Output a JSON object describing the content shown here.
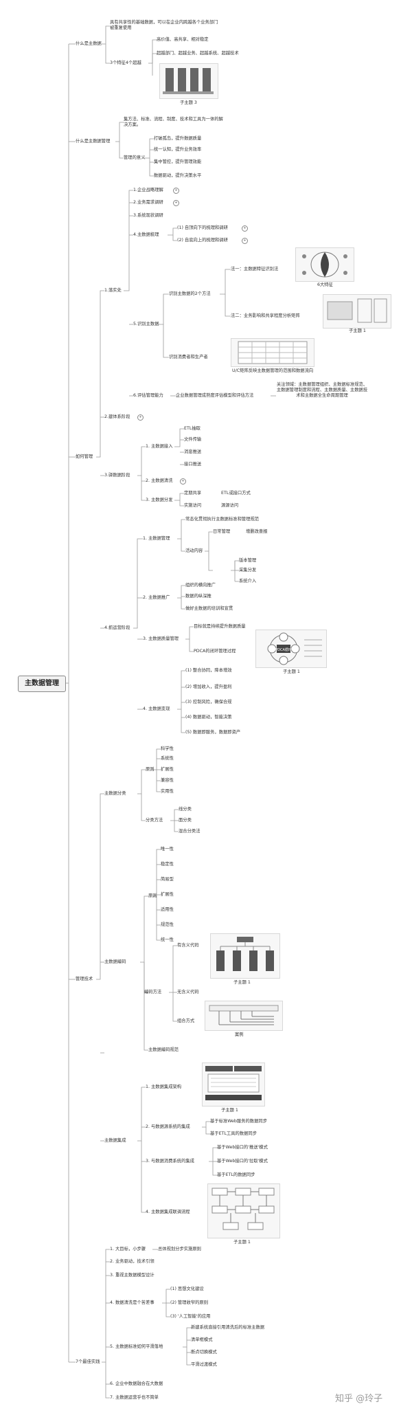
{
  "root": "主数据管理",
  "branches": {
    "what": "什么是主数据",
    "what_desc": "具有共享性的基础数据，可以在企业内跨越各个业务部门被重复使用",
    "features": "3个特征4个超越",
    "feature_items": [
      "高价值、高共享、相对稳定",
      "超越部门、超越业务、超越系统、超越技术"
    ],
    "subtopic3": "子主题 3",
    "mdm": "什么是主数据管理",
    "mdm_desc": "集方法、标准、流程、制度、技术和工具为一体的解决方案。",
    "mdm_meaning": "管理的意义",
    "mdm_meaning_items": [
      "打破孤岛，提升数据质量",
      "统一认知，提升业务效率",
      "集中管控，提升管理效能",
      "数据驱动，提升决策水平"
    ],
    "how": "如何管理",
    "impl": "1.落实处",
    "impl_items": [
      "1.企业战略理解",
      "2.业务需求调研",
      "3.系统现状调研",
      "4.主数据梳理",
      "5.识别主数据",
      "6.评估管理能力"
    ],
    "sort_items": [
      "(1) 自顶向下的梳理和调研",
      "(2) 自底向上的梳理和调研"
    ],
    "identify_methods": "识别主数据的2个方法",
    "method1": "法一：主数据特征识别法",
    "six_features": "6大特征",
    "method2": "法二：业务影响和共享程度分析矩阵",
    "subtopic1": "子主题 1",
    "consumer": "识别消费者和生产者",
    "uc_matrix": "U/C矩阵反映主数据管理的范围和数据流向",
    "assess": "企业数据管理成熟度评估模型和评估方法",
    "assess_focus": "关注领域：主数据管理组织、主数据标准规范、主数据管理制度和流程、主数据质量、主数据技术和主数据全生命周期管理",
    "build": "2.建体系阶段",
    "landing": "3.驿数据阶段",
    "landing_items": [
      "1. 主数据接入",
      "2. 主数据清洗",
      "3. 主数据分发"
    ],
    "access_items": [
      "ETL抽取",
      "文件传输",
      "消息推送",
      "接口推送"
    ],
    "dist_items": [
      "定期共享",
      "实施访问"
    ],
    "dist_right": [
      "ETL或接口方式",
      "源源访问"
    ],
    "ops": "4.抓运营阶段",
    "ops_items": [
      "1. 主数据管理",
      "2. 主数据推广",
      "3. 主数据质量管理",
      "4. 主数据变现"
    ],
    "manage_top": "常态化贯彻执行主数据标准和管理规范",
    "daily": "日常管理",
    "daily_r": "增删改查报",
    "activities": "活动内容",
    "activity_items": [
      "版本管理",
      "采集分发",
      "系统介入"
    ],
    "promo_items": [
      "组织的横向推广",
      "数据的纵深推",
      "做好主数据的培训和宣贯"
    ],
    "quality_items": [
      "目标就是持续提升数据质量",
      "PDCA的闭环管理过程"
    ],
    "pdca": "PDCA循环",
    "value_items": [
      "(1) 整合协同，降本增效",
      "(2) 增加收入，提升盈利",
      "(3) 控制风险，确保合规",
      "(4) 数据驱动，智能决策",
      "(5) 数据即服务，数据即资产"
    ],
    "tech": "管理技术",
    "classify": "主数据分类",
    "principle": "原则",
    "classify_principles": [
      "科学性",
      "系统性",
      "扩展性",
      "兼容性",
      "实用性"
    ],
    "classify_method": "分类方法",
    "classify_methods": [
      "线分类",
      "面分类",
      "混合分类法"
    ],
    "coding": "主数据编码",
    "coding_principles": [
      "唯一性",
      "稳定性",
      "简易型",
      "扩展性",
      "适用性",
      "规范性",
      "统一性"
    ],
    "coding_method": "编码方法",
    "coding_methods": [
      "有含义代码",
      "无含义代码",
      "组合方式"
    ],
    "case": "案例",
    "coding_spec": "主数据编码规范",
    "integration": "主数据集成",
    "integ_items": [
      "1. 主数据集成架构",
      "2. 与数据源系统的集成",
      "3. 与数据消费系统的集成",
      "4. 主数据集成联调流程"
    ],
    "src_items": [
      "基于标准Web服务的数据同步",
      "基于ETL工具的数据同步"
    ],
    "consume_items": [
      "基于Web接口的'推送'模式",
      "基于Web接口的'拉取'模式",
      "基于ETL的数据同步"
    ],
    "practice": "7个最佳实践",
    "practice_items": [
      "1. 大目标，小步骤",
      "2. 业务驱动，技术引领",
      "3. 重视主数据模型设计",
      "4. 数据清洗是个苦差事",
      "5. 主数据标准如何平滑落地",
      "6. 企业中数据融合在大数据",
      "7. 主数据运营乎也不简单"
    ],
    "practice_1r": "总体规划分步实施原则",
    "cleaning_items": [
      "(1) 思想文化建设",
      "(2) 管理收窄的原则",
      "(3) '人工智能'的应用"
    ],
    "landing_std_items": [
      "新建系统直接引用清洗后的标准主数据",
      "清单框模式",
      "断点切换模式",
      "平滑过渡模式"
    ],
    "watermark": "知乎 @玲子"
  }
}
